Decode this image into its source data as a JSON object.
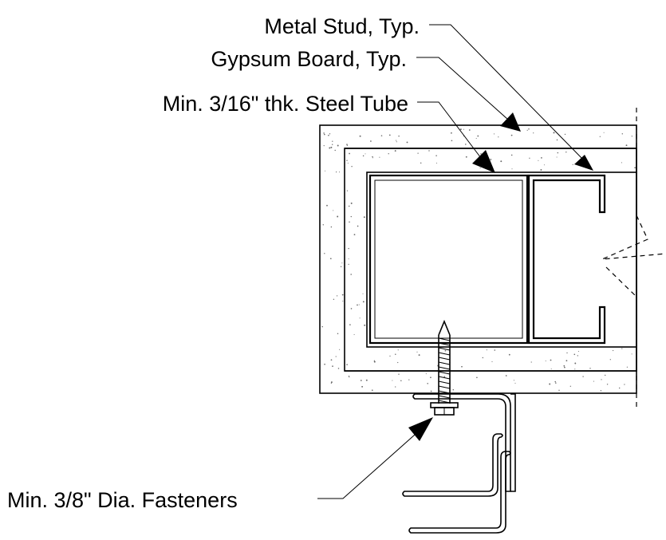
{
  "labels": {
    "metal_stud": "Metal Stud, Typ.",
    "gypsum_board": "Gypsum Board, Typ.",
    "steel_tube": "Min. 3/16\" thk. Steel Tube",
    "fasteners": "Min. 3/8\" Dia. Fasteners"
  },
  "colors": {
    "line": "#000000",
    "background": "#ffffff",
    "gypsum_speckle": "#6b6b6b"
  }
}
